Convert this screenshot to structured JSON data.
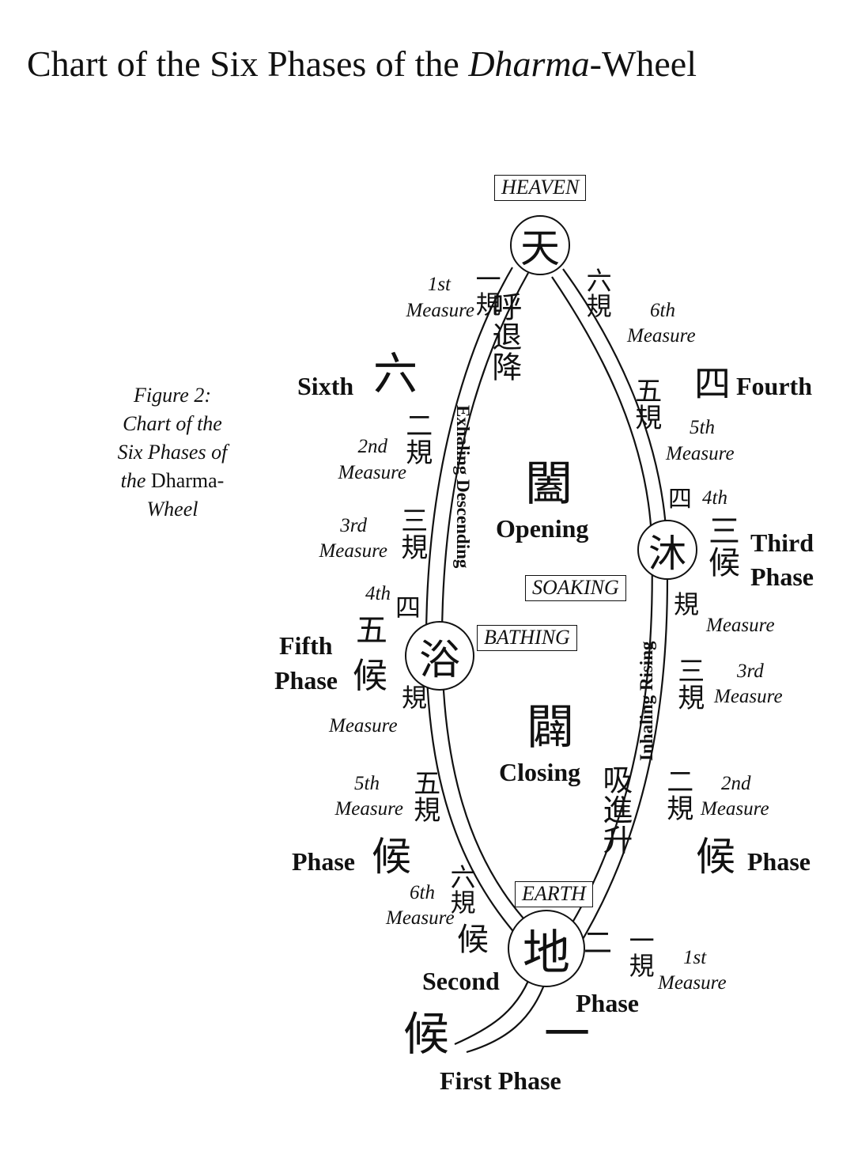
{
  "title": {
    "pre": "Chart of the Six Phases of the ",
    "em": "Dharma",
    "post": "-Wheel"
  },
  "caption": {
    "line1": "Figure 2:",
    "line2": "Chart of the",
    "line3": "Six Phases of",
    "line4a": "the ",
    "line4b": "Dharma-",
    "line5": "Wheel"
  },
  "nodes": {
    "heaven": {
      "box": "HEAVEN",
      "char": "天"
    },
    "soaking": {
      "box": "SOAKING",
      "char": "沐"
    },
    "bathing": {
      "box": "BATHING",
      "char": "浴"
    },
    "earth": {
      "box": "EARTH",
      "char": "地"
    }
  },
  "center": {
    "opening_char": "闔",
    "opening": "Opening",
    "closing_char": "闢",
    "closing": "Closing"
  },
  "flows": {
    "exhaling": "Exhaling Descending",
    "exhaling_chars": "呼退降",
    "inhaling": "Inhaling Rising",
    "inhaling_chars": "吸進升"
  },
  "phases": {
    "first": "First Phase",
    "first_chars": "候一",
    "second_a": "Second",
    "second_b": "Phase",
    "second_chars": "候",
    "second_num": "二",
    "third_a": "Third",
    "third_b": "Phase",
    "third_chars": "三候",
    "fourth": "Fourth",
    "fourth_char": "四",
    "fifth_a": "Fifth",
    "fifth_b": "Phase",
    "fifth_chars": "五",
    "fifth_hou": "候",
    "sixth": "Sixth",
    "sixth_char": "六",
    "phase_left": "Phase",
    "phase_left_char": "候",
    "phase_right": "Phase",
    "phase_right_char": "候"
  },
  "measures": {
    "m1l_a": "1st",
    "m1l_b": "Measure",
    "m1l_chars": "一規",
    "m2l_a": "2nd",
    "m2l_b": "Measure",
    "m2l_chars": "二規",
    "m3l_a": "3rd",
    "m3l_b": "Measure",
    "m3l_chars": "三規",
    "m4l_a": "4th",
    "m4l_char": "四",
    "m4l_gui": "規",
    "m4l_b": "Measure",
    "m5l_a": "5th",
    "m5l_b": "Measure",
    "m5l_chars": "五規",
    "m6l_a": "6th",
    "m6l_b": "Measure",
    "m6l_chars": "六規",
    "m1r_a": "1st",
    "m1r_b": "Measure",
    "m1r_chars": "一規",
    "m2r_a": "2nd",
    "m2r_b": "Measure",
    "m2r_chars": "二規",
    "m3r_a": "3rd",
    "m3r_b": "Measure",
    "m3r_chars": "三規",
    "m4r_a": "4th",
    "m4r_char": "四",
    "m4r_gui": "規",
    "m4r_b": "Measure",
    "m5r_a": "5th",
    "m5r_b": "Measure",
    "m5r_chars": "五規",
    "m6r_a": "6th",
    "m6r_b": "Measure",
    "m6r_chars": "六規"
  }
}
